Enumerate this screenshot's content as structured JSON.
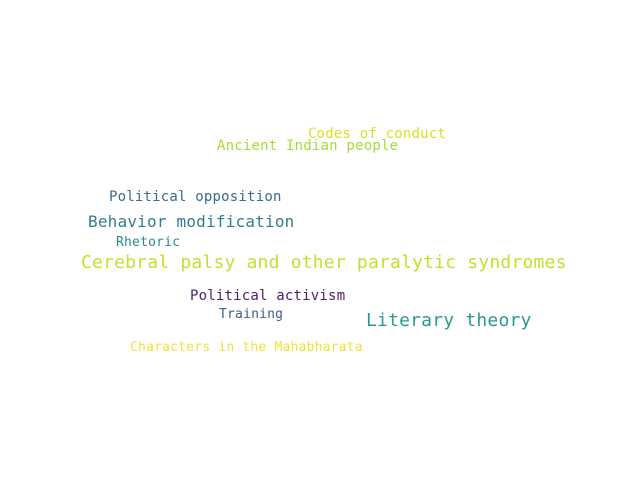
{
  "words": [
    {
      "text": "Codes of conduct",
      "color": "#d7e21f"
    },
    {
      "text": "Ancient Indian people",
      "color": "#a6db35"
    },
    {
      "text": "Political opposition",
      "color": "#3b6a8d"
    },
    {
      "text": "Behavior modification",
      "color": "#2f7f8e"
    },
    {
      "text": "Rhetoric",
      "color": "#2a8c8a"
    },
    {
      "text": "Cerebral palsy and other paralytic syndromes",
      "color": "#c8de2c"
    },
    {
      "text": "Political activism",
      "color": "#4b1f6f"
    },
    {
      "text": "Training",
      "color": "#3a5d8c"
    },
    {
      "text": "Literary theory",
      "color": "#2a9a91"
    },
    {
      "text": "Characters in the Mahabharata",
      "color": "#f0e23a"
    }
  ]
}
